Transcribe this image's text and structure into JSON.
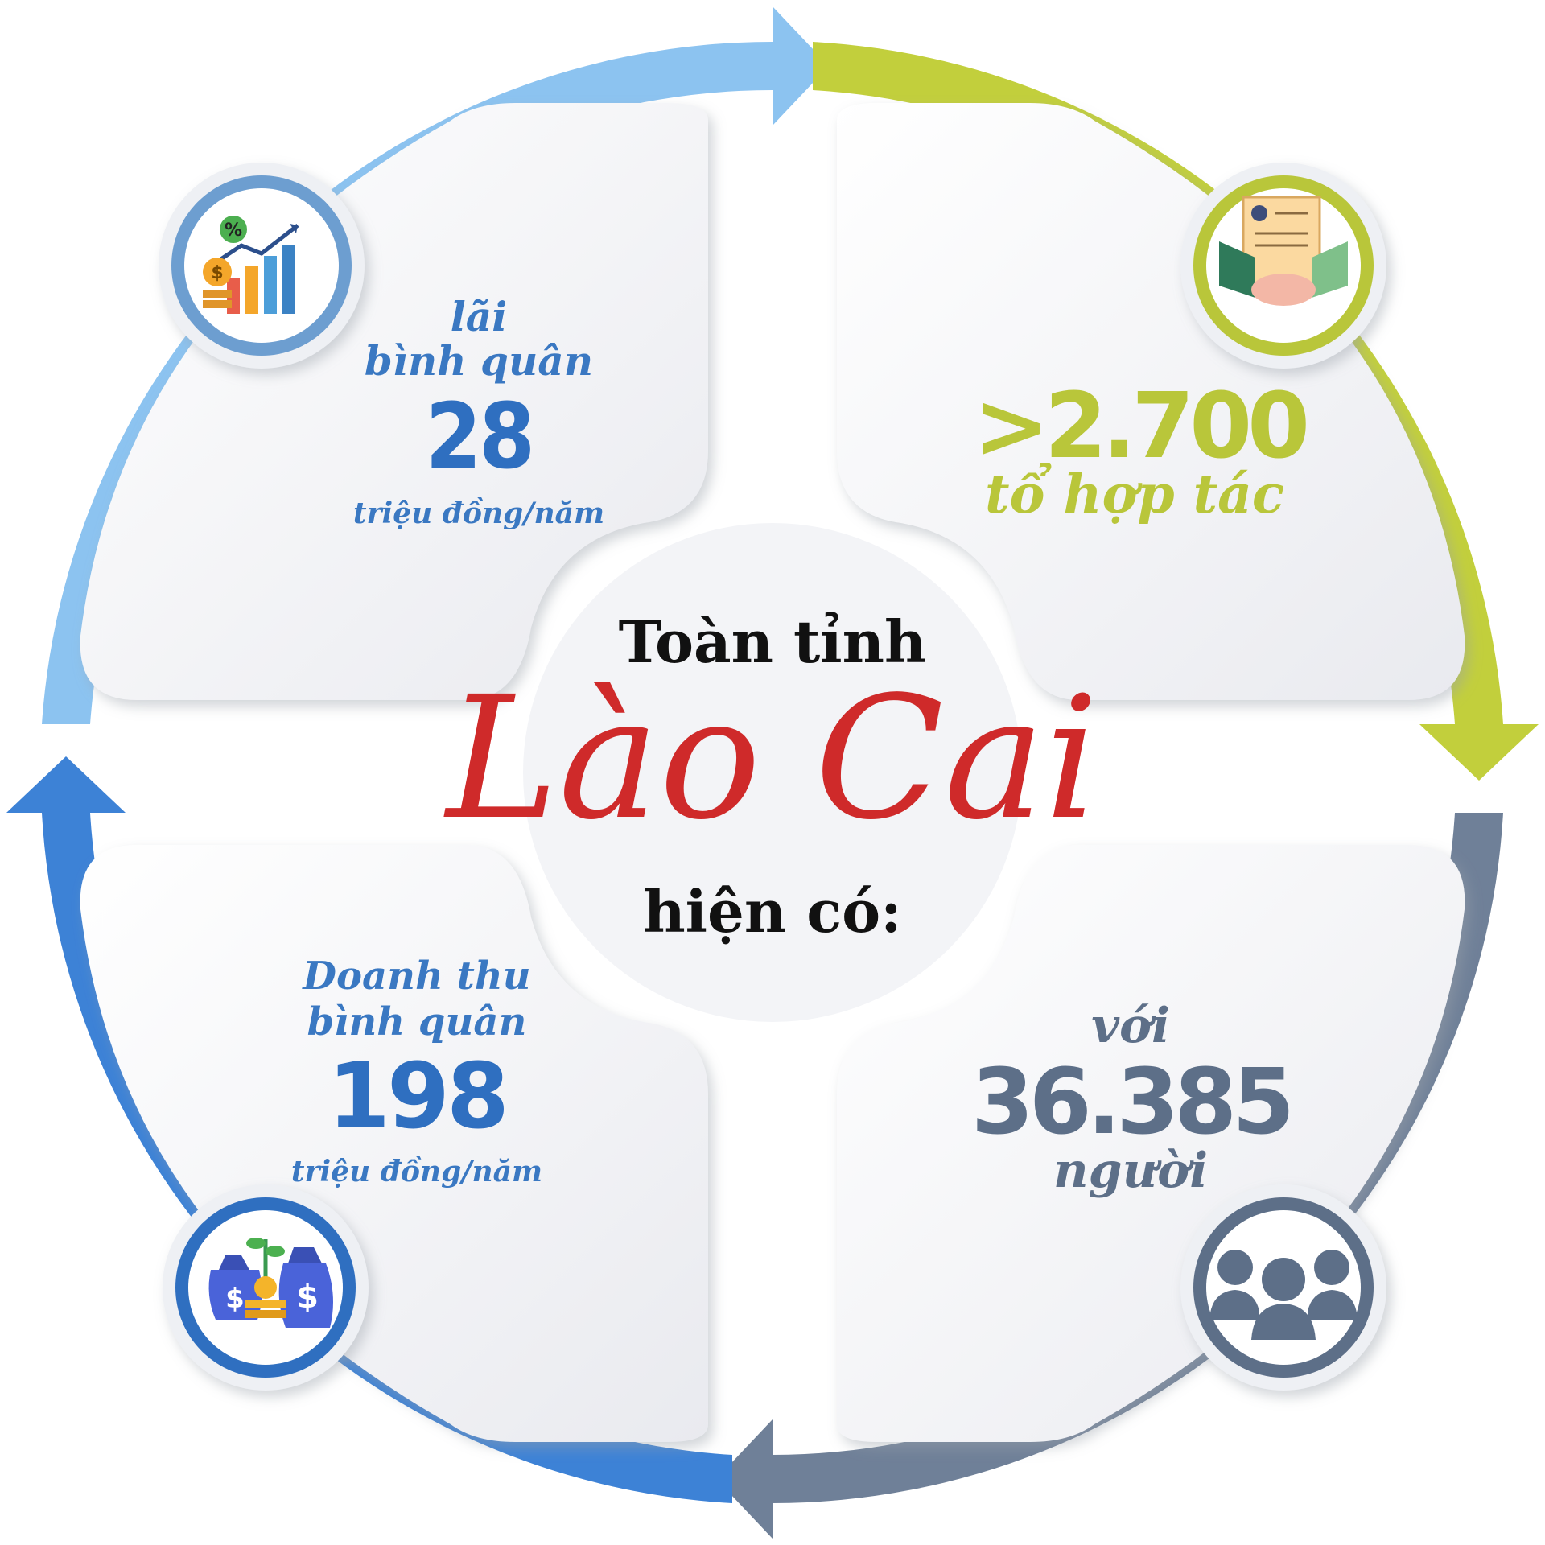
{
  "center": {
    "line1": "Toàn tỉnh",
    "script": "Lào Cai",
    "line3": "hiện có:"
  },
  "quadrants": {
    "top_left": {
      "label_line1": "lãi",
      "label_line2": "bình quân",
      "value": "28",
      "unit": "triệu đồng/năm",
      "icon": "growth-chart-icon",
      "color": "#3a78c2"
    },
    "top_right": {
      "value": ">2.700",
      "label": "tổ hợp tác",
      "icon": "handshake-contract-icon",
      "color": "#b9c63a"
    },
    "bottom_left": {
      "label_line1": "Doanh thu",
      "label_line2": "bình quân",
      "value": "198",
      "unit": "triệu đồng/năm",
      "icon": "money-bags-icon",
      "color": "#2f6fc0"
    },
    "bottom_right": {
      "prefix": "với",
      "value": "36.385",
      "suffix": "người",
      "icon": "people-group-icon",
      "color": "#5d6f88"
    }
  },
  "arrows": {
    "top_left_color": "#8cc3f0",
    "top_right_color": "#c2cf3c",
    "bottom_right_color": "#6f8098",
    "bottom_left_color": "#3d82d6"
  }
}
